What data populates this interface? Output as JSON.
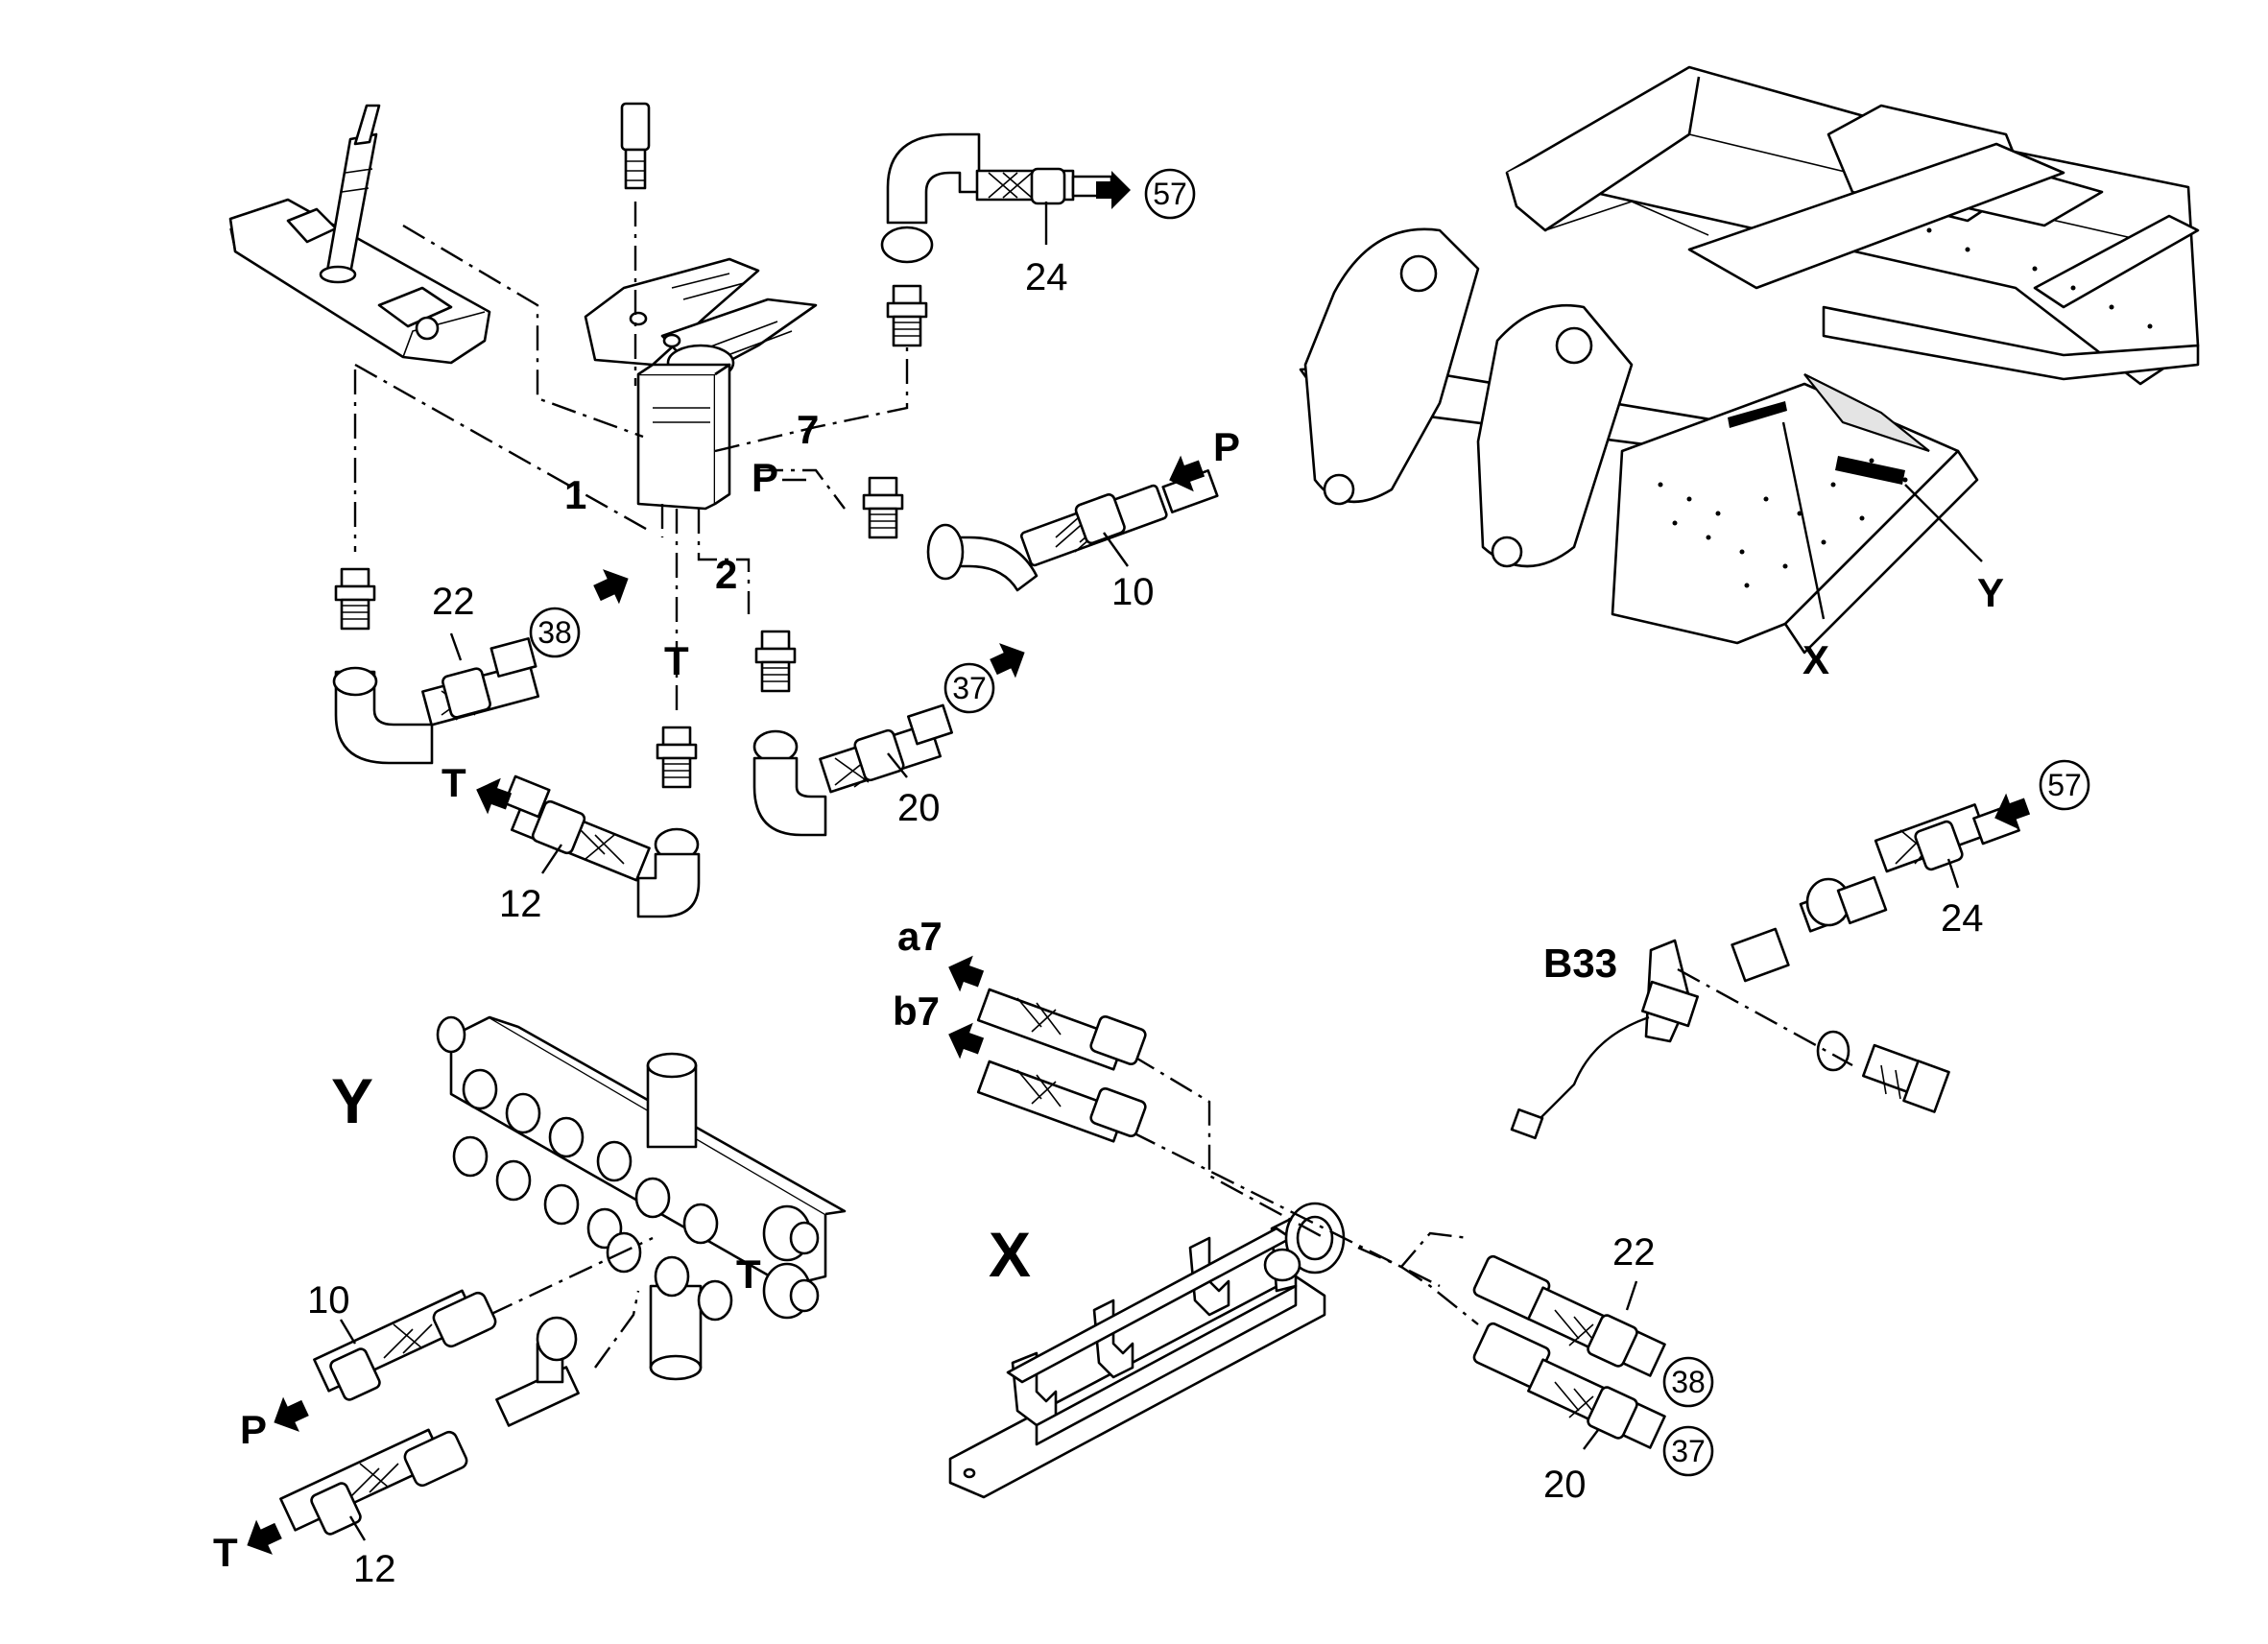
{
  "callouts": {
    "n1": "1",
    "n2": "2",
    "n7": "7",
    "n24_top": "24",
    "n10_top": "10",
    "n22_top": "22",
    "n20_top": "20",
    "n12_top": "12",
    "n24_right": "24",
    "n10_y": "10",
    "n12_y": "12",
    "n22_x": "22",
    "n20_x": "20"
  },
  "port_labels": {
    "P_valve": "P",
    "P_arrow_top": "P",
    "T_valve": "T",
    "T_arrow_top": "T",
    "P_y": "P",
    "T_y": "T",
    "T_manifold": "T",
    "a7": "a7",
    "b7": "b7",
    "B33": "B33"
  },
  "circled_refs": {
    "c57_top": "57",
    "c38_top": "38",
    "c37_top": "37",
    "c57_right": "57",
    "c38_x": "38",
    "c37_x": "37"
  },
  "view_labels": {
    "X_frame": "X",
    "Y_frame": "Y",
    "X_detail": "X",
    "Y_detail": "Y"
  }
}
